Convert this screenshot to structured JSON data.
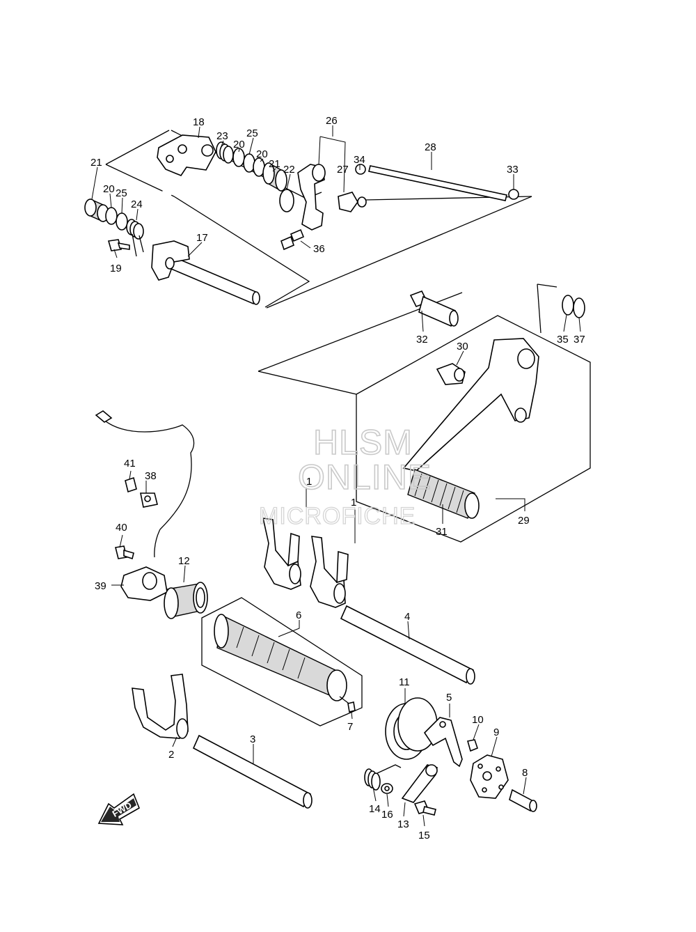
{
  "watermark": {
    "line1": "HLSM",
    "line2": "ONLINE",
    "line3": "MICROFICHE"
  },
  "direction_arrow": {
    "label": "FWD",
    "icon": "fwd-arrow-icon"
  },
  "callouts": [
    {
      "id": "c1a",
      "label": "1"
    },
    {
      "id": "c1b",
      "label": "1"
    },
    {
      "id": "c2",
      "label": "2"
    },
    {
      "id": "c3",
      "label": "3"
    },
    {
      "id": "c4",
      "label": "4"
    },
    {
      "id": "c5",
      "label": "5"
    },
    {
      "id": "c6",
      "label": "6"
    },
    {
      "id": "c7",
      "label": "7"
    },
    {
      "id": "c8",
      "label": "8"
    },
    {
      "id": "c9",
      "label": "9"
    },
    {
      "id": "c10",
      "label": "10"
    },
    {
      "id": "c11",
      "label": "11"
    },
    {
      "id": "c12",
      "label": "12"
    },
    {
      "id": "c13",
      "label": "13"
    },
    {
      "id": "c14",
      "label": "14"
    },
    {
      "id": "c15",
      "label": "15"
    },
    {
      "id": "c16",
      "label": "16"
    },
    {
      "id": "c17",
      "label": "17"
    },
    {
      "id": "c18",
      "label": "18"
    },
    {
      "id": "c19",
      "label": "19"
    },
    {
      "id": "c20a",
      "label": "20"
    },
    {
      "id": "c20b",
      "label": "20"
    },
    {
      "id": "c20c",
      "label": "20"
    },
    {
      "id": "c21a",
      "label": "21"
    },
    {
      "id": "c21b",
      "label": "21"
    },
    {
      "id": "c22",
      "label": "22"
    },
    {
      "id": "c23",
      "label": "23"
    },
    {
      "id": "c24",
      "label": "24"
    },
    {
      "id": "c25a",
      "label": "25"
    },
    {
      "id": "c25b",
      "label": "25"
    },
    {
      "id": "c26",
      "label": "26"
    },
    {
      "id": "c27",
      "label": "27"
    },
    {
      "id": "c28",
      "label": "28"
    },
    {
      "id": "c29",
      "label": "29"
    },
    {
      "id": "c30",
      "label": "30"
    },
    {
      "id": "c31",
      "label": "31"
    },
    {
      "id": "c32",
      "label": "32"
    },
    {
      "id": "c33",
      "label": "33"
    },
    {
      "id": "c34",
      "label": "34"
    },
    {
      "id": "c35",
      "label": "35"
    },
    {
      "id": "c36",
      "label": "36"
    },
    {
      "id": "c37",
      "label": "37"
    },
    {
      "id": "c38",
      "label": "38"
    },
    {
      "id": "c39",
      "label": "39"
    },
    {
      "id": "c40",
      "label": "40"
    },
    {
      "id": "c41",
      "label": "41"
    }
  ]
}
